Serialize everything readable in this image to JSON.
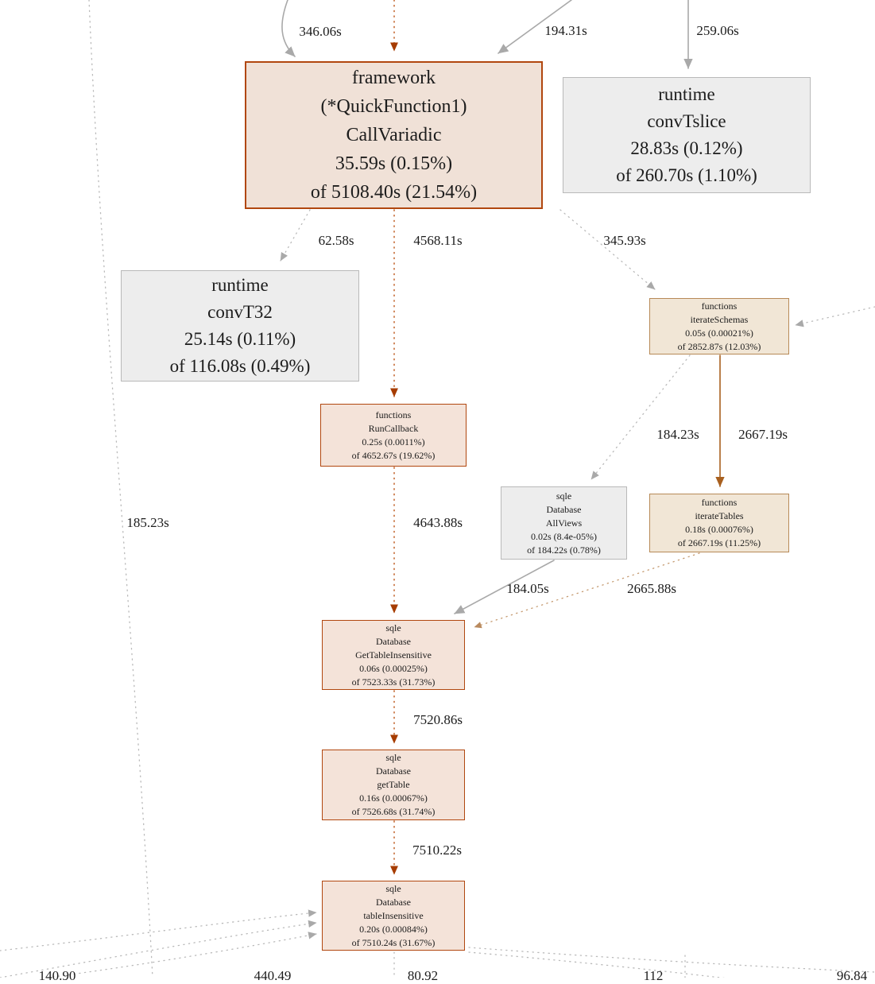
{
  "nodes": {
    "framework": {
      "lines": [
        "framework",
        "(*QuickFunction1)",
        "CallVariadic",
        "35.59s (0.15%)",
        "of 5108.40s (21.54%)"
      ]
    },
    "convTslice": {
      "lines": [
        "runtime",
        "convTslice",
        "28.83s (0.12%)",
        "of 260.70s (1.10%)"
      ]
    },
    "convT32": {
      "lines": [
        "runtime",
        "convT32",
        "25.14s (0.11%)",
        "of 116.08s (0.49%)"
      ]
    },
    "iterateSchemas": {
      "lines": [
        "functions",
        "iterateSchemas",
        "0.05s (0.00021%)",
        "of 2852.87s (12.03%)"
      ]
    },
    "runCallback": {
      "lines": [
        "functions",
        "RunCallback",
        "0.25s (0.0011%)",
        "of 4652.67s (19.62%)"
      ]
    },
    "allViews": {
      "lines": [
        "sqle",
        "Database",
        "AllViews",
        "0.02s (8.4e-05%)",
        "of 184.22s (0.78%)"
      ]
    },
    "iterateTables": {
      "lines": [
        "functions",
        "iterateTables",
        "0.18s (0.00076%)",
        "of 2667.19s (11.25%)"
      ]
    },
    "getTableInsensitive": {
      "lines": [
        "sqle",
        "Database",
        "GetTableInsensitive",
        "0.06s (0.00025%)",
        "of 7523.33s (31.73%)"
      ]
    },
    "getTable": {
      "lines": [
        "sqle",
        "Database",
        "getTable",
        "0.16s (0.00067%)",
        "of 7526.68s (31.74%)"
      ]
    },
    "tableInsensitive": {
      "lines": [
        "sqle",
        "Database",
        "tableInsensitive",
        "0.20s (0.00084%)",
        "of 7510.24s (31.67%)"
      ]
    }
  },
  "edge_labels": {
    "in_framework_curve": "346.06s",
    "in_framework_diag": "194.31s",
    "in_convTslice": "259.06s",
    "framework_convT32": "62.58s",
    "framework_runCallback": "4568.11s",
    "framework_iterateSchemas": "345.93s",
    "iterateSchemas_allViews": "184.23s",
    "iterateSchemas_iterateTables": "2667.19s",
    "long_left_edge": "185.23s",
    "runCallback_getTableInsensitive": "4643.88s",
    "allViews_getTableInsensitive": "184.05s",
    "iterateTables_getTableInsensitive": "2665.88s",
    "getTableInsensitive_getTable": "7520.86s",
    "getTable_tableInsensitive": "7510.22s",
    "bottom_clipped_1": "140.90",
    "bottom_clipped_2": "440.49",
    "bottom_clipped_3": "80.92",
    "bottom_clipped_4": "112",
    "bottom_clipped_5": "96.84"
  },
  "edges": [
    {
      "from": "offscreen-top",
      "to": "framework",
      "label": "346.06s",
      "style": "solid-gray"
    },
    {
      "from": "offscreen-top",
      "to": "framework",
      "label": "194.31s",
      "style": "solid-gray"
    },
    {
      "from": "offscreen-top",
      "to": "framework",
      "label": "",
      "style": "dotted-orange"
    },
    {
      "from": "offscreen-top",
      "to": "convTslice",
      "label": "259.06s",
      "style": "solid-gray"
    },
    {
      "from": "offscreen-top",
      "to": "offscreen-bottom",
      "label": "185.23s",
      "style": "dotted-gray"
    },
    {
      "from": "framework",
      "to": "convT32",
      "label": "62.58s",
      "style": "dotted-gray"
    },
    {
      "from": "framework",
      "to": "runCallback",
      "label": "4568.11s",
      "style": "dotted-orange"
    },
    {
      "from": "framework",
      "to": "iterateSchemas",
      "label": "345.93s",
      "style": "dotted-gray"
    },
    {
      "from": "offscreen-right",
      "to": "iterateSchemas",
      "label": "",
      "style": "dotted-gray"
    },
    {
      "from": "iterateSchemas",
      "to": "allViews",
      "label": "184.23s",
      "style": "dotted-gray"
    },
    {
      "from": "iterateSchemas",
      "to": "iterateTables",
      "label": "2667.19s",
      "style": "solid-orange"
    },
    {
      "from": "runCallback",
      "to": "getTableInsensitive",
      "label": "4643.88s",
      "style": "dotted-orange"
    },
    {
      "from": "allViews",
      "to": "getTableInsensitive",
      "label": "184.05s",
      "style": "solid-gray"
    },
    {
      "from": "iterateTables",
      "to": "getTableInsensitive",
      "label": "2665.88s",
      "style": "dotted-tan"
    },
    {
      "from": "getTableInsensitive",
      "to": "getTable",
      "label": "7520.86s",
      "style": "dotted-orange"
    },
    {
      "from": "getTable",
      "to": "tableInsensitive",
      "label": "7510.22s",
      "style": "dotted-orange"
    },
    {
      "from": "offscreen-left",
      "to": "tableInsensitive",
      "label": "",
      "style": "dotted-gray"
    },
    {
      "from": "tableInsensitive",
      "to": "offscreen-bottom",
      "label": "",
      "style": "dotted-gray"
    }
  ],
  "colors": {
    "hot_border": "#b1470f",
    "warm_border": "#b78a57",
    "cold_border": "#b9b9b9",
    "hot_fill": "#f0e1d7",
    "cold_fill": "#ededed",
    "edge_gray": "#a9a9a9",
    "edge_orange": "#a63c00",
    "edge_dotted_orange": "#bb5214"
  }
}
